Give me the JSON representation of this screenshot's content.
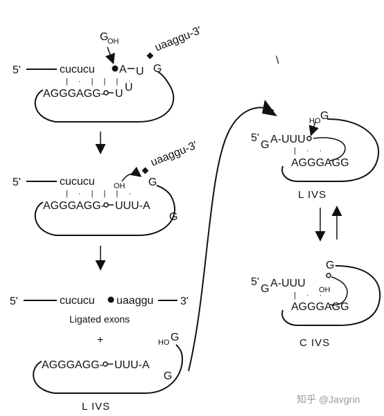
{
  "step1": {
    "five_prime": "5'",
    "g_oh_g": "G",
    "g_oh_sub": "OH",
    "top_seq": "cucucu",
    "a": "A",
    "u_top": "U",
    "u_bot1": "U",
    "u_bot2": "U",
    "bottom_seq": "AGGGAGG-",
    "three_tail": "uaaggu-3'",
    "g_right": "G",
    "pairing": "| · | | | ·"
  },
  "step2": {
    "five_prime": "5'",
    "top_seq": "cucucu",
    "oh": "OH",
    "bottom_seq": "AGGGAGG-",
    "uuu": "UUU-A",
    "g_low": "G",
    "three_tail": "uaaggu-3'",
    "g_right": "G",
    "pairing": "| · | | | ·"
  },
  "step3": {
    "five_prime": "5'",
    "left_seq": "cucucu",
    "right_seq": "uaaggu",
    "three_prime": "3'",
    "ligated_label": "Ligated exons",
    "plus": "+",
    "ho": "HO",
    "g_top": "G",
    "bottom_seq": "AGGGAGG-",
    "uuu": "UUU-A",
    "g_low": "G",
    "ivs_label": "L IVS"
  },
  "right_top": {
    "five_prime": "5'",
    "g": "G",
    "a_uuu": "A-UUU",
    "ho": "HO",
    "g_top": "G",
    "bottom_seq": "AGGGAGG",
    "pairing": "| · ·",
    "ivs_label": "L IVS"
  },
  "right_bottom": {
    "five_prime": "5'",
    "g": "G",
    "a_uuu": "A-UUU",
    "oh": "OH",
    "g_top": "G",
    "bottom_seq": "AGGGAGG",
    "pairing": "| · ·",
    "ivs_label": "C IVS"
  },
  "stray_mark": "\\",
  "watermark": "知乎 @Javgrin"
}
